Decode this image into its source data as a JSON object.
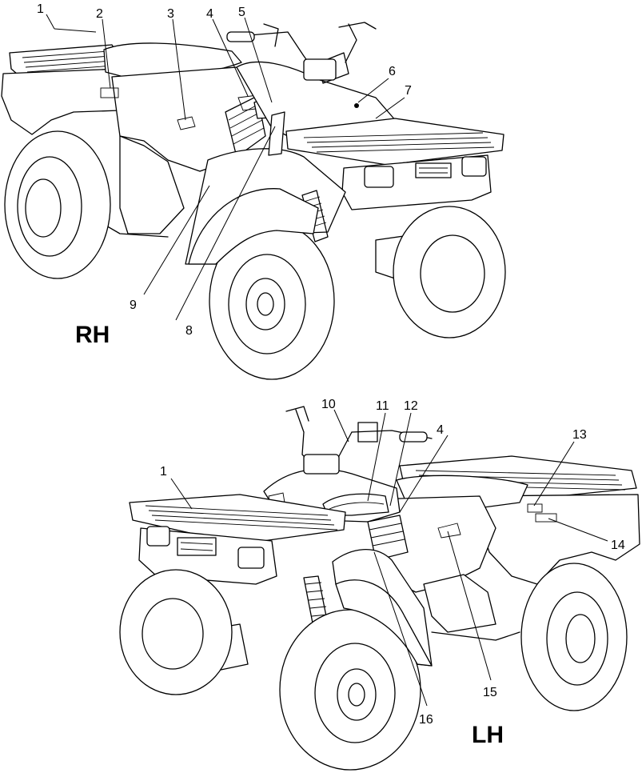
{
  "diagram": {
    "views": [
      {
        "id": "rh",
        "label": "RH"
      },
      {
        "id": "lh",
        "label": "LH"
      }
    ],
    "callouts": {
      "rh": [
        "1",
        "2",
        "3",
        "4",
        "5",
        "6",
        "7",
        "8",
        "9"
      ],
      "lh": [
        "1",
        "4",
        "10",
        "11",
        "12",
        "13",
        "14",
        "15",
        "16"
      ]
    }
  }
}
